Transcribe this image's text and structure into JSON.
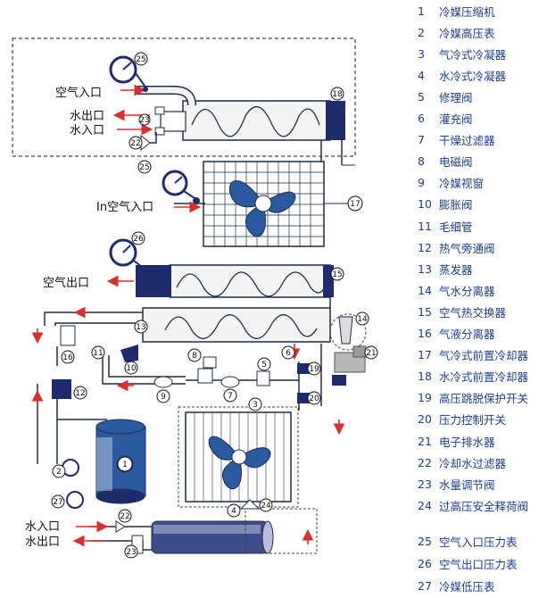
{
  "colors": {
    "line": "#1f2f4a",
    "fan_blue": "#2c5aa0",
    "navy": "#1e2c6e",
    "arrow_red": "#d83030",
    "legend_text": "#1b3f8c",
    "pipe_fill": "#f2f2f2",
    "dashed": "#444444"
  },
  "diagram": {
    "labels": {
      "air_in_top": "空气入口",
      "water_out_top": "水出口",
      "water_in_top": "水入口",
      "in_air_in": "In空气入口",
      "air_out": "空气出口",
      "water_in_bottom": "水入口",
      "water_out_bottom": "水出口"
    },
    "markers": [
      "1",
      "2",
      "3",
      "4",
      "5",
      "6",
      "7",
      "8",
      "9",
      "10",
      "11",
      "12",
      "13",
      "14",
      "15",
      "16",
      "17",
      "18",
      "19",
      "20",
      "21",
      "22",
      "23",
      "24",
      "25",
      "25",
      "26",
      "27",
      "22",
      "23"
    ]
  },
  "legend": [
    {
      "num": "1",
      "label": "冷媒压缩机"
    },
    {
      "num": "2",
      "label": "冷媒高压表"
    },
    {
      "num": "3",
      "label": "气冷式冷凝器"
    },
    {
      "num": "4",
      "label": "水冷式冷凝器"
    },
    {
      "num": "5",
      "label": "修理阀"
    },
    {
      "num": "6",
      "label": "灌充阀"
    },
    {
      "num": "7",
      "label": "干燥过滤器"
    },
    {
      "num": "8",
      "label": "电磁阀"
    },
    {
      "num": "9",
      "label": "冷媒视窗"
    },
    {
      "num": "10",
      "label": "膨胀阀"
    },
    {
      "num": "11",
      "label": "毛细管"
    },
    {
      "num": "12",
      "label": "热气旁通阀"
    },
    {
      "num": "13",
      "label": "蒸发器"
    },
    {
      "num": "14",
      "label": "气水分离器"
    },
    {
      "num": "15",
      "label": "空气热交换器"
    },
    {
      "num": "16",
      "label": "气液分离器"
    },
    {
      "num": "17",
      "label": "气冷式前置冷却器"
    },
    {
      "num": "18",
      "label": "水冷式前置冷却器"
    },
    {
      "num": "19",
      "label": "高压跳脱保护开关"
    },
    {
      "num": "20",
      "label": "压力控制开关"
    },
    {
      "num": "21",
      "label": "电子排水器"
    },
    {
      "num": "22",
      "label": "冷却水过滤器"
    },
    {
      "num": "23",
      "label": "水量调节阀"
    },
    {
      "num": "24",
      "label": "过高压安全释荷阀"
    },
    {
      "num": "25",
      "label": "空气入口压力表"
    },
    {
      "num": "26",
      "label": "空气出口压力表"
    },
    {
      "num": "27",
      "label": "冷媒低压表"
    }
  ]
}
